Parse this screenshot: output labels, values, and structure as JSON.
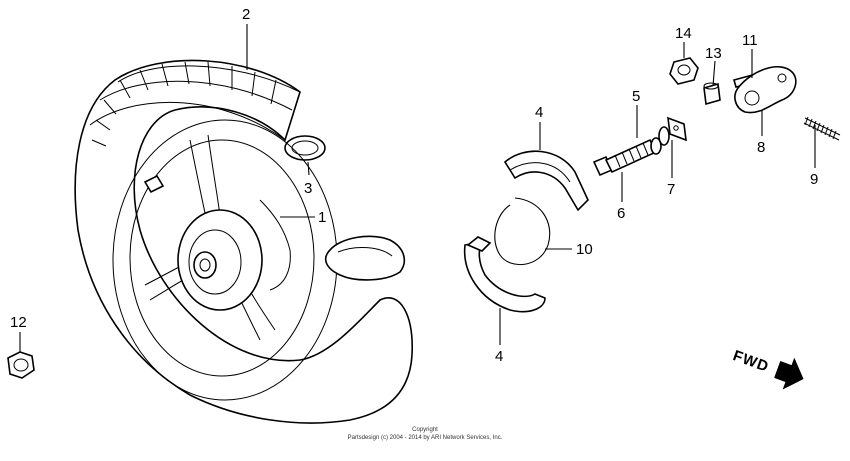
{
  "callouts": {
    "p1": "1",
    "p2": "2",
    "p3": "3",
    "p4a": "4",
    "p4b": "4",
    "p5": "5",
    "p6": "6",
    "p7": "7",
    "p8": "8",
    "p9": "9",
    "p10": "10",
    "p11": "11",
    "p12": "12",
    "p13": "13",
    "p14": "14"
  },
  "fwd_label": "FWD",
  "copyright": {
    "line1": "Copyright",
    "line2": "Partsdesign (c) 2004 - 2014 by ARI Network Services, Inc."
  }
}
